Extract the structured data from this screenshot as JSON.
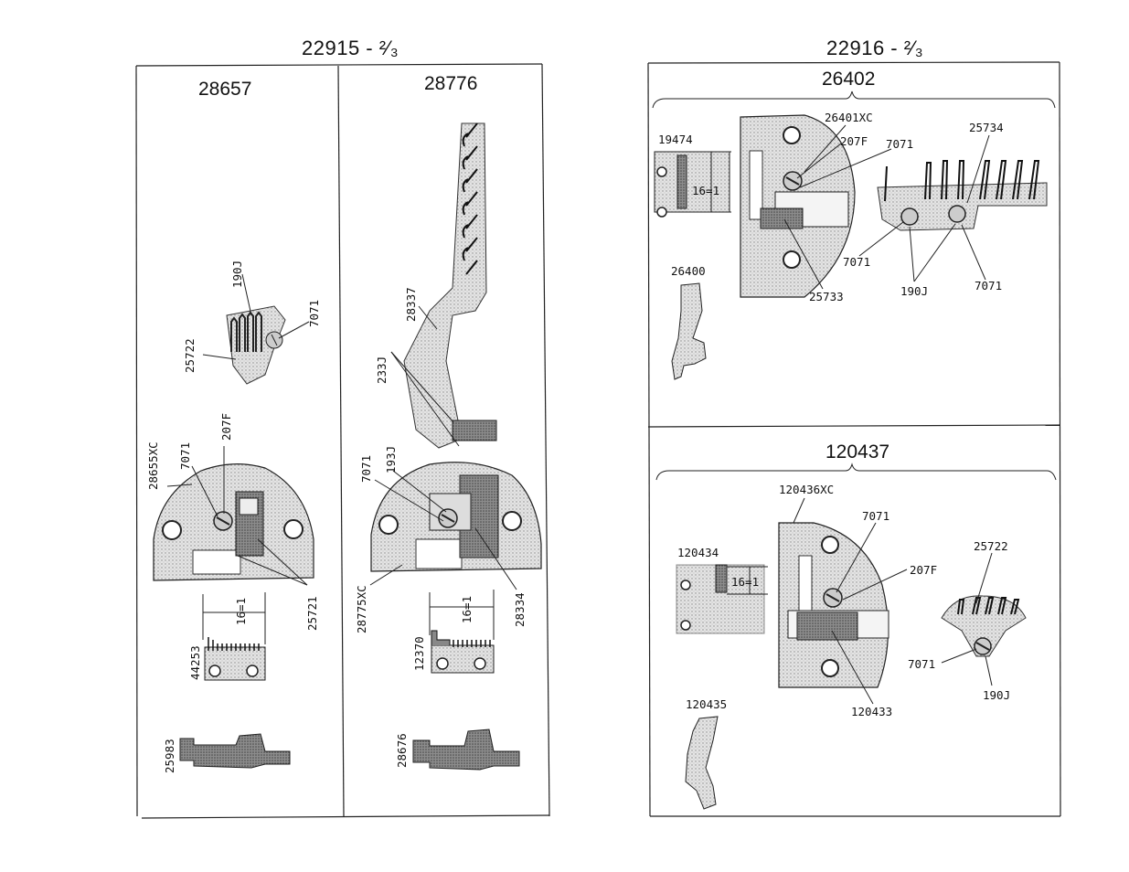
{
  "left_page": {
    "header": "22915 - ²⁄₃",
    "panel_a": {
      "title": "28657",
      "labels": {
        "p190j": "190J",
        "p7071a": "7071",
        "p25722": "25722",
        "p207f": "207F",
        "p7071b": "7071",
        "p28655xc": "28655XC",
        "p25721": "25721",
        "p16_1": "16=1",
        "p44253": "44253",
        "p25983": "25983"
      }
    },
    "panel_b": {
      "title": "28776",
      "labels": {
        "p28337": "28337",
        "p233j": "233J",
        "p193j": "193J",
        "p7071": "7071",
        "p28775xc": "28775XC",
        "p28334": "28334",
        "p16_1": "16=1",
        "p12370": "12370",
        "p28676": "28676"
      }
    }
  },
  "right_page": {
    "header": "22916 - ²⁄₃",
    "box_top": {
      "title": "26402",
      "labels": {
        "p26401xc": "26401XC",
        "p207f": "207F",
        "p7071a": "7071",
        "p25734": "25734",
        "p19474": "19474",
        "p16_1": "16=1",
        "p26400": "26400",
        "p7071b": "7071",
        "p25733": "25733",
        "p190j": "190J",
        "p7071c": "7071"
      }
    },
    "box_bottom": {
      "title": "120437",
      "labels": {
        "p120436xc": "120436XC",
        "p7071a": "7071",
        "p25722": "25722",
        "p120434": "120434",
        "p16_1": "16=1",
        "p207f": "207F",
        "p7071b": "7071",
        "p190j": "190J",
        "p120435": "120435",
        "p120433": "120433"
      }
    }
  },
  "colors": {
    "ink": "#111111",
    "shade": "#9a9a9a",
    "light_shade": "#cfcfcf"
  }
}
